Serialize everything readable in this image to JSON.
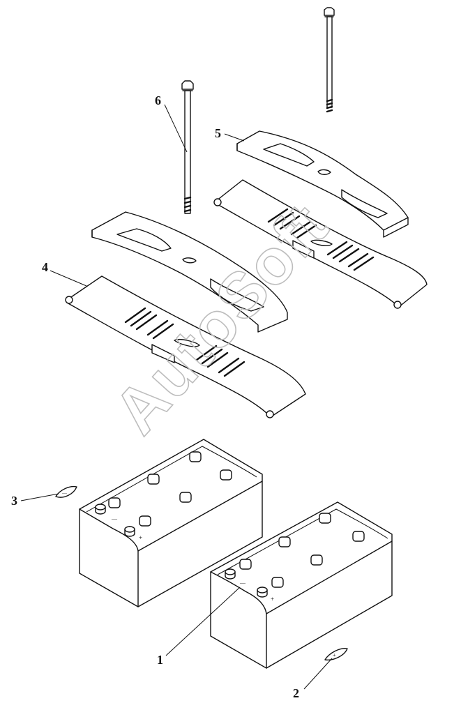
{
  "callouts": [
    {
      "id": "1",
      "label": "1"
    },
    {
      "id": "2",
      "label": "2"
    },
    {
      "id": "3",
      "label": "3"
    },
    {
      "id": "4",
      "label": "4"
    },
    {
      "id": "5",
      "label": "5"
    },
    {
      "id": "6",
      "label": "6"
    }
  ],
  "watermark": "AutoSoft",
  "terminal_marks": {
    "negative": "—",
    "positive": "+"
  }
}
